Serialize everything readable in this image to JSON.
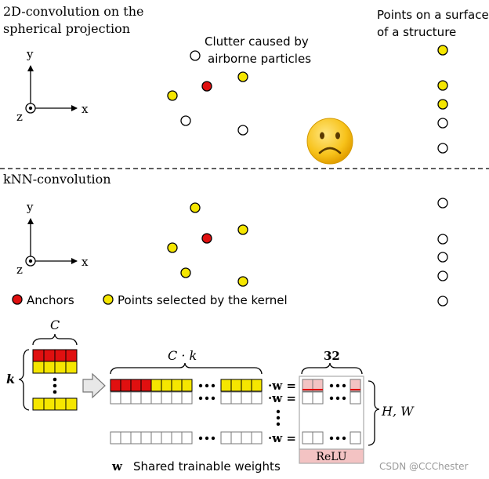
{
  "top": {
    "title_line1": "2D-convolution on the",
    "title_line2": "spherical projection",
    "clutter_line1": "Clutter caused by",
    "clutter_line2": "airborne particles",
    "surface_line1": "Points on a surface",
    "surface_line2": "of a structure",
    "emoji": "☹"
  },
  "bottom": {
    "title": "kNN-convolution",
    "legend_anchor": "Anchors",
    "legend_selected": "Points selected by the kernel"
  },
  "axes": {
    "y": "y",
    "x": "x",
    "z": "z"
  },
  "matrix": {
    "c_label": "C",
    "k_label": "k",
    "ck_label": "C · k",
    "n32_label": "32",
    "hw_label": "H, W",
    "w_eq": "·w =",
    "relu": "ReLU",
    "dots": "•••",
    "shared_w": "w",
    "shared_label": "Shared trainable weights"
  },
  "watermark": "CSDN @CCChester",
  "colors": {
    "anchor": "#e01010",
    "selected": "#f5e600",
    "empty": "#ffffff",
    "relu_fill": "#f3c3c3"
  }
}
